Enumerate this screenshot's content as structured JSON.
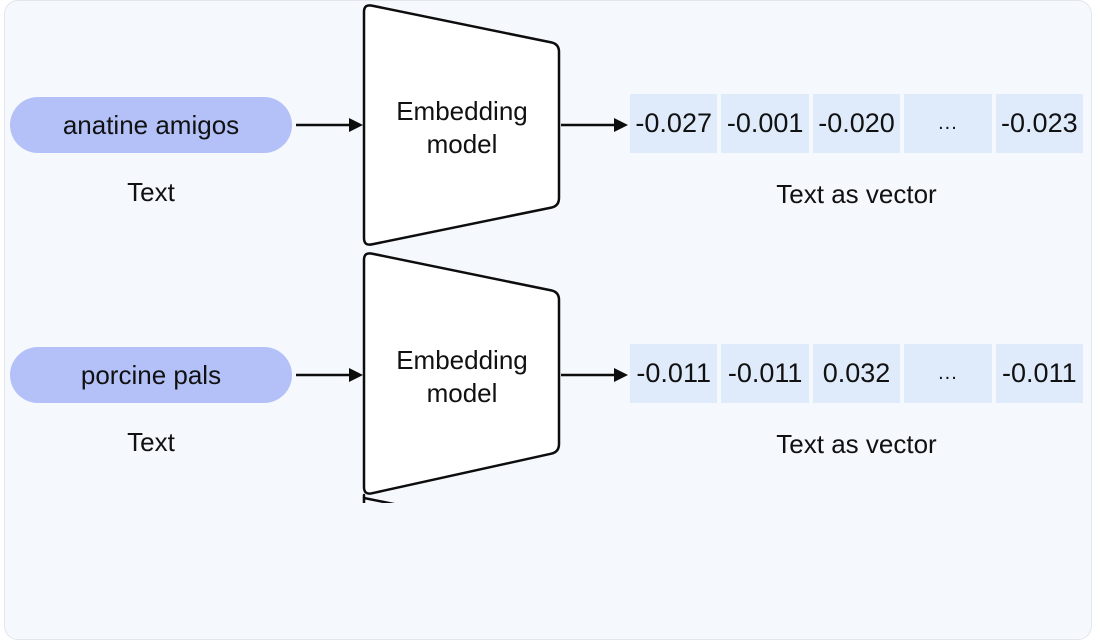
{
  "colors": {
    "background": "#f5f8fc",
    "canvas_border": "#e2e6ec",
    "pill_fill": "#b3c1f8",
    "cell_fill": "#dfebfb",
    "shape_fill": "#ffffff",
    "stroke": "#0d0d0d",
    "text": "#111111"
  },
  "rows": [
    {
      "input": {
        "text": "anatine amigos",
        "label": "Text"
      },
      "model": {
        "line1": "Embedding",
        "line2": "model"
      },
      "vector": {
        "cells": [
          "-0.027",
          "-0.001",
          "-0.020",
          "...",
          "-0.023"
        ],
        "label": "Text as vector"
      }
    },
    {
      "input": {
        "text": "porcine pals",
        "label": "Text"
      },
      "model": {
        "line1": "Embedding",
        "line2": "model"
      },
      "vector": {
        "cells": [
          "-0.011",
          "-0.011",
          "0.032",
          "...",
          "-0.011"
        ],
        "label": "Text as vector"
      }
    }
  ]
}
